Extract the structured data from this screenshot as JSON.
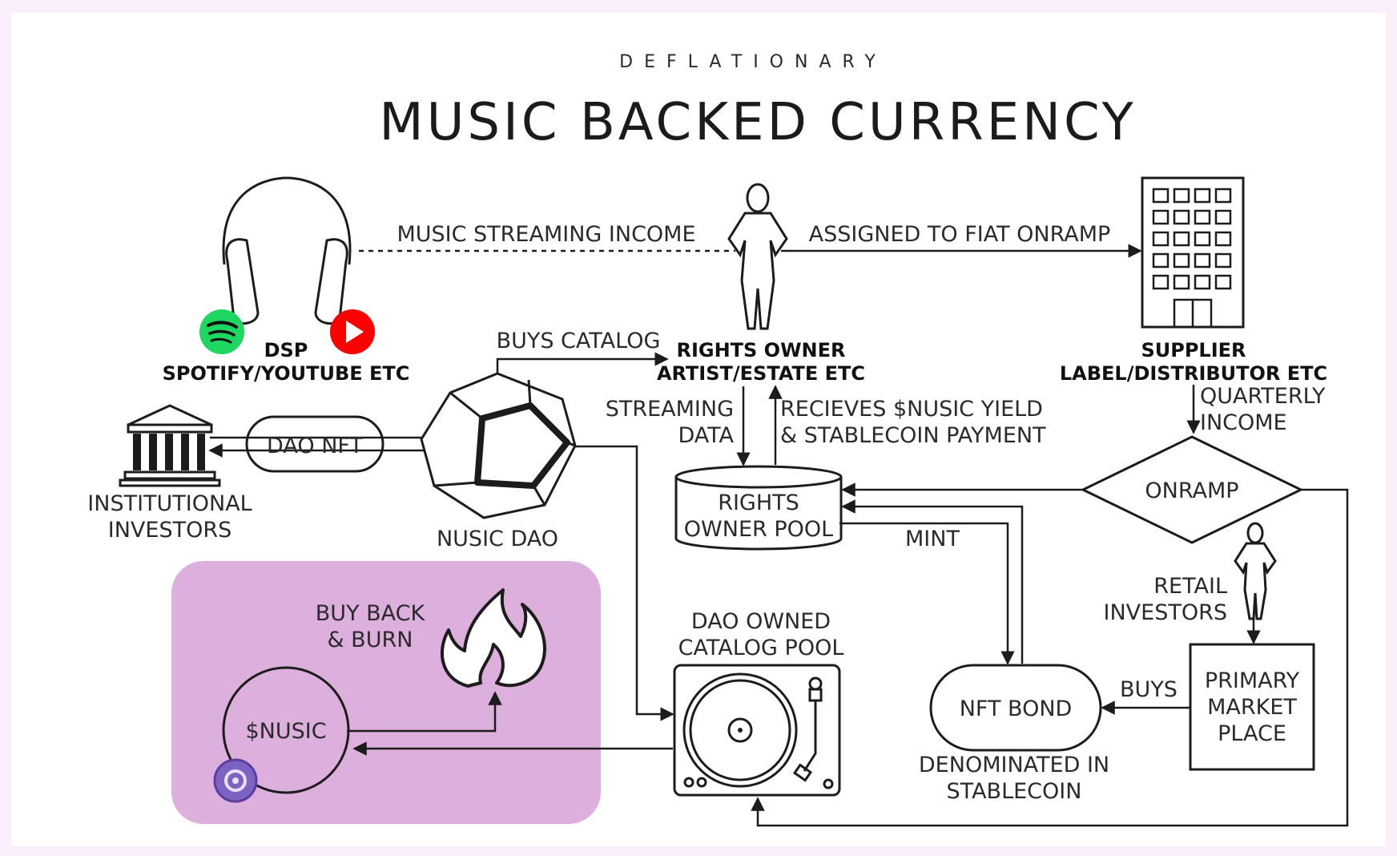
{
  "header": {
    "eyebrow": "DEFLATIONARY",
    "title": "MUSIC BACKED CURRENCY"
  },
  "nodes": {
    "dsp": {
      "label_1": "DSP",
      "label_2": "SPOTIFY/YOUTUBE ETC"
    },
    "rights_owner": {
      "label_1": "RIGHTS OWNER",
      "label_2": "ARTIST/ESTATE ETC"
    },
    "supplier": {
      "label_1": "SUPPLIER",
      "label_2": "LABEL/DISTRIBUTOR ETC"
    },
    "institutional": {
      "label_1": "INSTITUTIONAL",
      "label_2": "INVESTORS"
    },
    "dao_nft": {
      "label": "DAO NFT"
    },
    "nusic_dao": {
      "label": "NUSIC DAO"
    },
    "rights_pool": {
      "label_1": "RIGHTS",
      "label_2": "OWNER POOL"
    },
    "onramp": {
      "label": "ONRAMP"
    },
    "retail": {
      "label_1": "RETAIL",
      "label_2": "INVESTORS"
    },
    "catalog_pool": {
      "label_1": "DAO OWNED",
      "label_2": "CATALOG POOL"
    },
    "nft_bond": {
      "label": "NFT BOND",
      "note_1": "DENOMINATED IN",
      "note_2": "STABLECOIN"
    },
    "primary_market": {
      "label_1": "PRIMARY",
      "label_2": "MARKET",
      "label_3": "PLACE"
    },
    "burn": {
      "label_1": "BUY BACK",
      "label_2": "& BURN"
    },
    "token": {
      "label": "$NUSIC"
    }
  },
  "edges": {
    "streaming_income": "MUSIC STREAMING INCOME",
    "fiat_onramp": "ASSIGNED TO FIAT ONRAMP",
    "buys_catalog": "BUYS CATALOG",
    "streaming_data_1": "STREAMING",
    "streaming_data_2": "DATA",
    "yield_1": "RECIEVES $NUSIC YIELD",
    "yield_2": "& STABLECOIN PAYMENT",
    "quarterly_1": "QUARTERLY",
    "quarterly_2": "INCOME",
    "mint": "MINT",
    "buys": "BUYS"
  },
  "colors": {
    "page_bg": "#fbeefb",
    "card_bg": "#ffffff",
    "burn_zone": "#dcafdc",
    "spotify": "#1ed760",
    "youtube": "#ff0000",
    "token_badge": "#7d62c2"
  },
  "icons": [
    "headphones-icon",
    "spotify-icon",
    "youtube-icon",
    "person-icon",
    "building-icon",
    "bank-icon",
    "dodecahedron-icon",
    "turntable-icon",
    "flame-icon",
    "token-badge-icon"
  ]
}
